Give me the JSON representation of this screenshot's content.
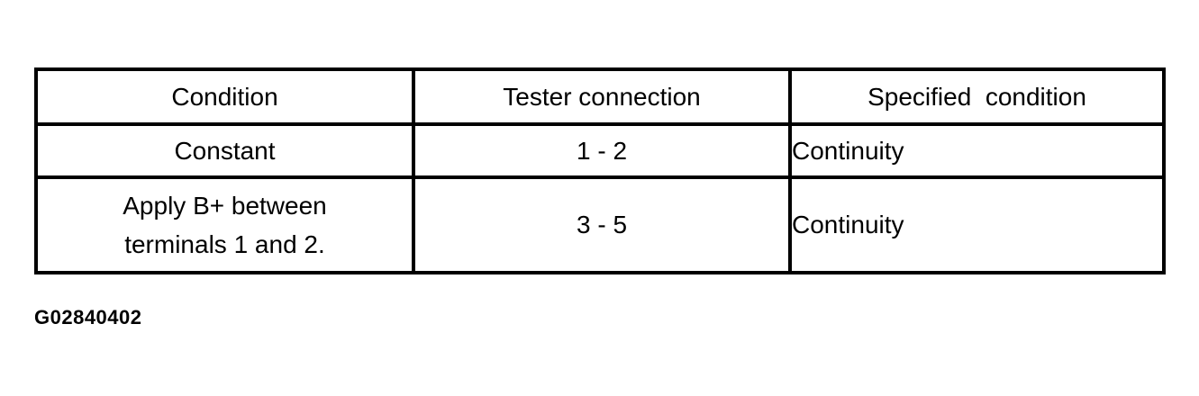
{
  "table": {
    "headers": {
      "condition": "Condition",
      "tester_connection": "Tester connection",
      "specified_condition": "Specified  condition"
    },
    "rows": [
      {
        "condition": "Constant",
        "tester_connection": "1 - 2",
        "specified_condition": "Continuity"
      },
      {
        "condition_line1": "Apply B+ between",
        "condition_line2": "terminals 1 and 2.",
        "tester_connection": "3 - 5",
        "specified_condition": "Continuity"
      }
    ]
  },
  "caption": "G02840402"
}
